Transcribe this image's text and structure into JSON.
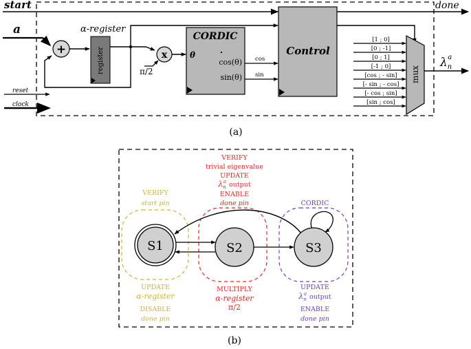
{
  "part_a": {
    "caption": "(a)",
    "signals": {
      "start": "start",
      "done": "done",
      "input": "a",
      "reset": "reset",
      "clock": "clock",
      "output": "λ",
      "output_sub": "n",
      "output_sup": "a"
    },
    "adder_symbol": "+",
    "multiplier_symbol": "x",
    "alpha_register_label": "α-register",
    "register_text": "register",
    "pi_over_2": "π/2",
    "cordic": {
      "title": "CORDIC",
      "theta": "θ",
      "cos_out": "cos(θ)",
      "sin_out": "sin(θ)",
      "cos_wire": "cos",
      "sin_wire": "sin"
    },
    "control_label": "Control",
    "mux_label": "mux",
    "mux_inputs": [
      "[1 ; 0]",
      "[0 ; -1]",
      "[0 ; 1]",
      "[-1 ; 0]",
      "[cos ; - sin]",
      "[- sin ; - cos]",
      "[- cos ; sin]",
      "[sin ; cos]"
    ]
  },
  "part_b": {
    "caption": "(b)",
    "states": [
      "S1",
      "S2",
      "S3"
    ],
    "s1_top_notes": [
      "VERIFY",
      "start pin"
    ],
    "s1_bottom_notes": [
      "UPDATE",
      "α-register",
      "DISABLE",
      "done pin"
    ],
    "s2_top_notes": [
      "VERIFY",
      "trivial eigenvalue",
      "UPDATE",
      "output",
      "ENABLE",
      "done pin"
    ],
    "s2_bottom_notes": [
      "MULTIPLY",
      "α-register",
      "π/2"
    ],
    "s3_top_note": "CORDIC",
    "s3_bottom_notes": [
      "UPDATE",
      "output",
      "ENABLE",
      "done pin"
    ],
    "lambda": "λ",
    "lambda_sub": "n",
    "lambda_sup": "a",
    "colors": {
      "s1": "#c9b43c",
      "s2": "#e8261f",
      "s3": "#6a3fd4",
      "state_fill": "#d0d0d0"
    }
  }
}
